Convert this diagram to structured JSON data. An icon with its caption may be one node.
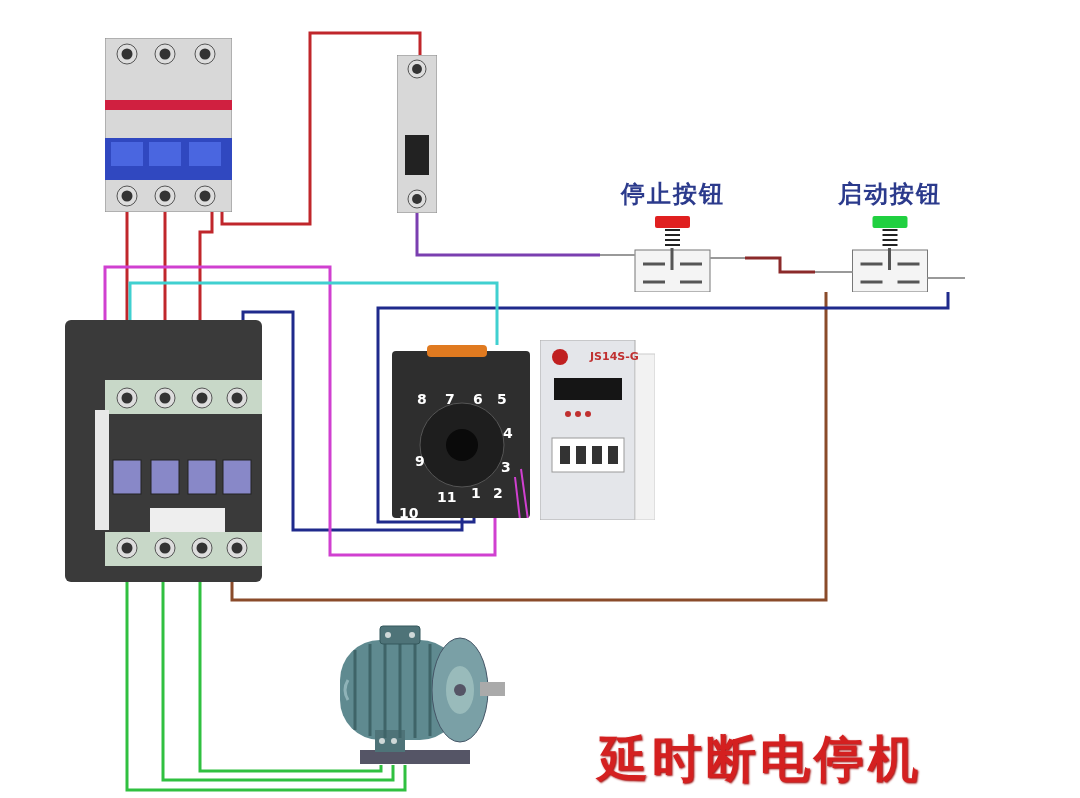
{
  "diagram": {
    "title": "延时断电停机",
    "nodes": [
      {
        "text": [],
        "shape": "picture"
      },
      {
        "text": [],
        "shape": "picture"
      },
      {
        "text": [
          "停止按钮"
        ]
      },
      {
        "text": [
          "启动按钮"
        ]
      },
      {
        "text": [],
        "shape": "picture"
      },
      {
        "text": [
          "8",
          "7",
          "6",
          "5",
          "4",
          "3",
          "9",
          "11",
          "1",
          "2",
          "10"
        ]
      },
      {
        "text": [
          "JS14S-G"
        ]
      },
      {
        "text": [],
        "shape": "picture"
      }
    ],
    "edges": [
      {
        "from": 0,
        "to": 4,
        "arrow": "none",
        "color": "#c0262b"
      },
      {
        "from": 0,
        "to": 4,
        "arrow": "none",
        "color": "#c0262b"
      },
      {
        "from": 0,
        "to": 4,
        "arrow": "none",
        "color": "#c0262b"
      },
      {
        "from": 0,
        "to": 1,
        "arrow": "none",
        "color": "#c0262b"
      },
      {
        "from": 1,
        "to": 2,
        "arrow": "none",
        "color": "#7a3fb0"
      },
      {
        "from": 2,
        "to": 3,
        "arrow": "none",
        "color": "#8b2a2a"
      },
      {
        "from": 3,
        "to": 4,
        "arrow": "none",
        "color": "#8a4b2a"
      },
      {
        "from": 3,
        "to": 5,
        "arrow": "none",
        "color": "#1f2a8c"
      },
      {
        "from": 4,
        "to": 5,
        "arrow": "none",
        "color": "#1f2a8c"
      },
      {
        "from": 4,
        "to": 5,
        "arrow": "none",
        "color": "#d040d0"
      },
      {
        "from": 4,
        "to": 5,
        "arrow": "none",
        "color": "#40d0d0"
      },
      {
        "from": 4,
        "to": 7,
        "arrow": "none",
        "color": "#30c040"
      },
      {
        "from": 4,
        "to": 7,
        "arrow": "none",
        "color": "#30c040"
      },
      {
        "from": 4,
        "to": 7,
        "arrow": "none",
        "color": "#30c040"
      }
    ]
  }
}
